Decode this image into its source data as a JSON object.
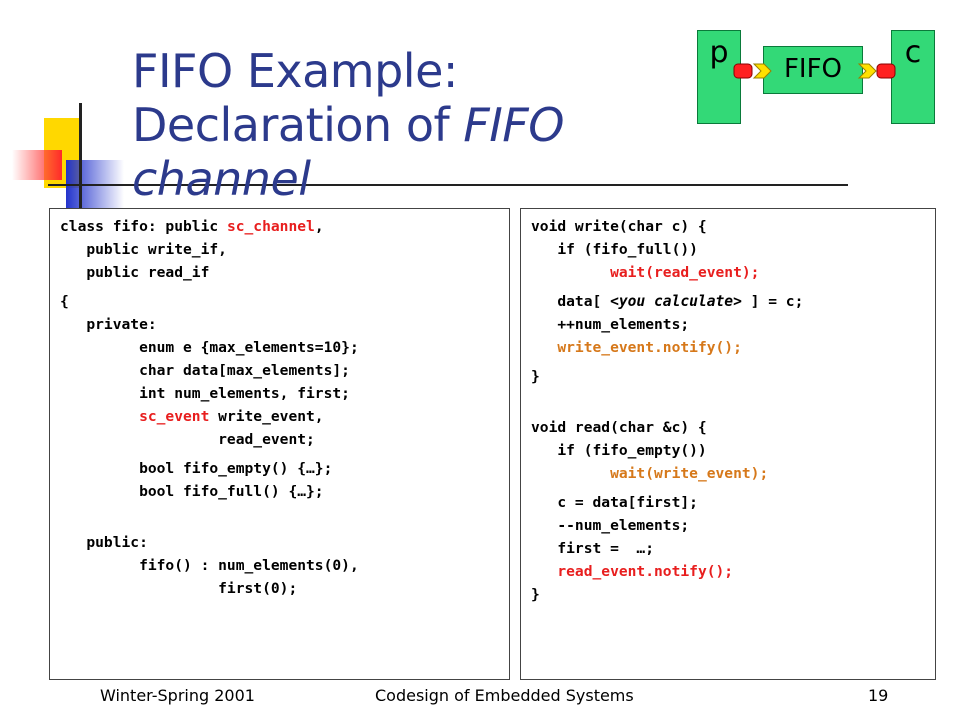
{
  "title": {
    "line1": "FIFO Example:",
    "line2_prefix": "Declaration of ",
    "line2_italic": "FIFO channel"
  },
  "diagram": {
    "producer": "p",
    "channel": "FIFO",
    "consumer": "c",
    "colors": {
      "block": "#33d977",
      "port_red": "#ff2020",
      "port_yellow": "#ffe000"
    }
  },
  "code_left": {
    "l1_a": "class fifo: public ",
    "l1_b": "sc_channel",
    "l1_c": ",",
    "l2": "   public write_if,",
    "l3": "   public read_if",
    "l4": "{",
    "l5": "   private:",
    "l6": "         enum e {max_elements=10};",
    "l7": "         char data[max_elements];",
    "l8": "         int num_elements, first;",
    "l9_a": "         ",
    "l9_b": "sc_event",
    "l9_c": " write_event,",
    "l10": "                  read_event;",
    "l11": "         bool fifo_empty() {…};",
    "l12": "         bool fifo_full() {…};",
    "l13": "   public:",
    "l14": "         fifo() : num_elements(0),",
    "l15": "                  first(0);"
  },
  "code_right": {
    "r1": "void write(char c) {",
    "r2": "   if (fifo_full())",
    "r3_a": "         ",
    "r3_b": "wait(read_event);",
    "r4_a": "   data[ ",
    "r4_b": "<you calculate>",
    "r4_c": " ] = c;",
    "r5": "   ++num_elements;",
    "r6_a": "   ",
    "r6_b": "write_event.notify();",
    "r7": "}",
    "r8": "void read(char &c) {",
    "r9": "   if (fifo_empty())",
    "r10_a": "         ",
    "r10_b": "wait(write_event);",
    "r11": "   c = data[first];",
    "r12": "   --num_elements;",
    "r13": "   first =  …;",
    "r14_a": "   ",
    "r14_b": "read_event.notify();",
    "r15": "}"
  },
  "footer": {
    "left": "Winter-Spring 2001",
    "center": "Codesign of Embedded Systems",
    "page": "19"
  },
  "colors": {
    "title": "#2c3a8c",
    "keyword_red": "#e81e1e",
    "keyword_orange": "#d6781a"
  }
}
